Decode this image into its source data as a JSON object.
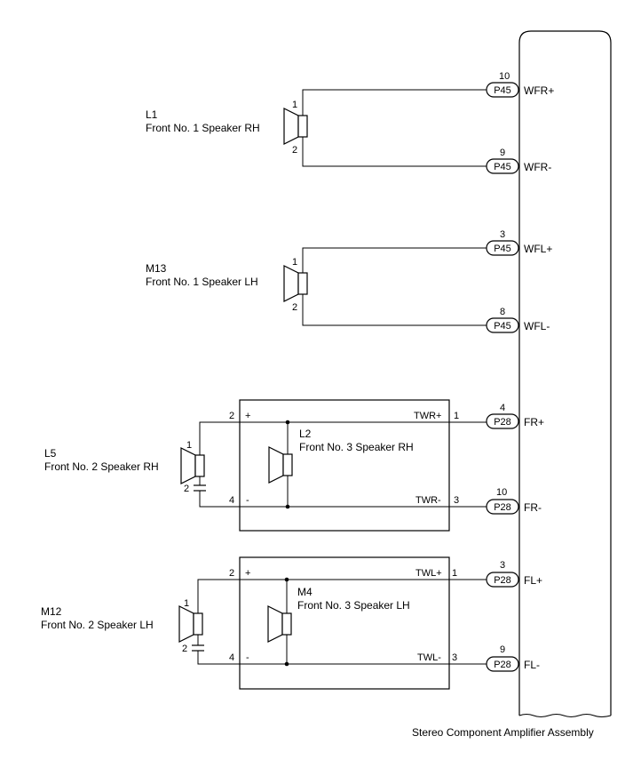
{
  "amplifier": {
    "label": "Stereo Component Amplifier Assembly"
  },
  "speakers": [
    {
      "id": "L1",
      "name": "Front No. 1 Speaker RH",
      "pin_top": "1",
      "pin_bottom": "2"
    },
    {
      "id": "M13",
      "name": "Front No. 1 Speaker LH",
      "pin_top": "1",
      "pin_bottom": "2"
    },
    {
      "id": "L5",
      "name": "Front No. 2 Speaker RH",
      "pin_top": "1",
      "pin_bottom": "2"
    },
    {
      "id": "M12",
      "name": "Front No. 2 Speaker LH",
      "pin_top": "1",
      "pin_bottom": "2"
    }
  ],
  "tweeter_boxes": [
    {
      "id": "L2",
      "name": "Front No. 3 Speaker RH",
      "pin_plus": "2",
      "sign_plus": "+",
      "pin_minus": "4",
      "sign_minus": "-",
      "out_plus": "TWR+",
      "out_plus_pin": "1",
      "out_minus": "TWR-",
      "out_minus_pin": "3"
    },
    {
      "id": "M4",
      "name": "Front No. 3 Speaker LH",
      "pin_plus": "2",
      "sign_plus": "+",
      "pin_minus": "4",
      "sign_minus": "-",
      "out_plus": "TWL+",
      "out_plus_pin": "1",
      "out_minus": "TWL-",
      "out_minus_pin": "3"
    }
  ],
  "connectors": [
    {
      "pin": "10",
      "connector": "P45",
      "signal": "WFR+"
    },
    {
      "pin": "9",
      "connector": "P45",
      "signal": "WFR-"
    },
    {
      "pin": "3",
      "connector": "P45",
      "signal": "WFL+"
    },
    {
      "pin": "8",
      "connector": "P45",
      "signal": "WFL-"
    },
    {
      "pin": "4",
      "connector": "P28",
      "signal": "FR+"
    },
    {
      "pin": "10",
      "connector": "P28",
      "signal": "FR-"
    },
    {
      "pin": "3",
      "connector": "P28",
      "signal": "FL+"
    },
    {
      "pin": "9",
      "connector": "P28",
      "signal": "FL-"
    }
  ]
}
